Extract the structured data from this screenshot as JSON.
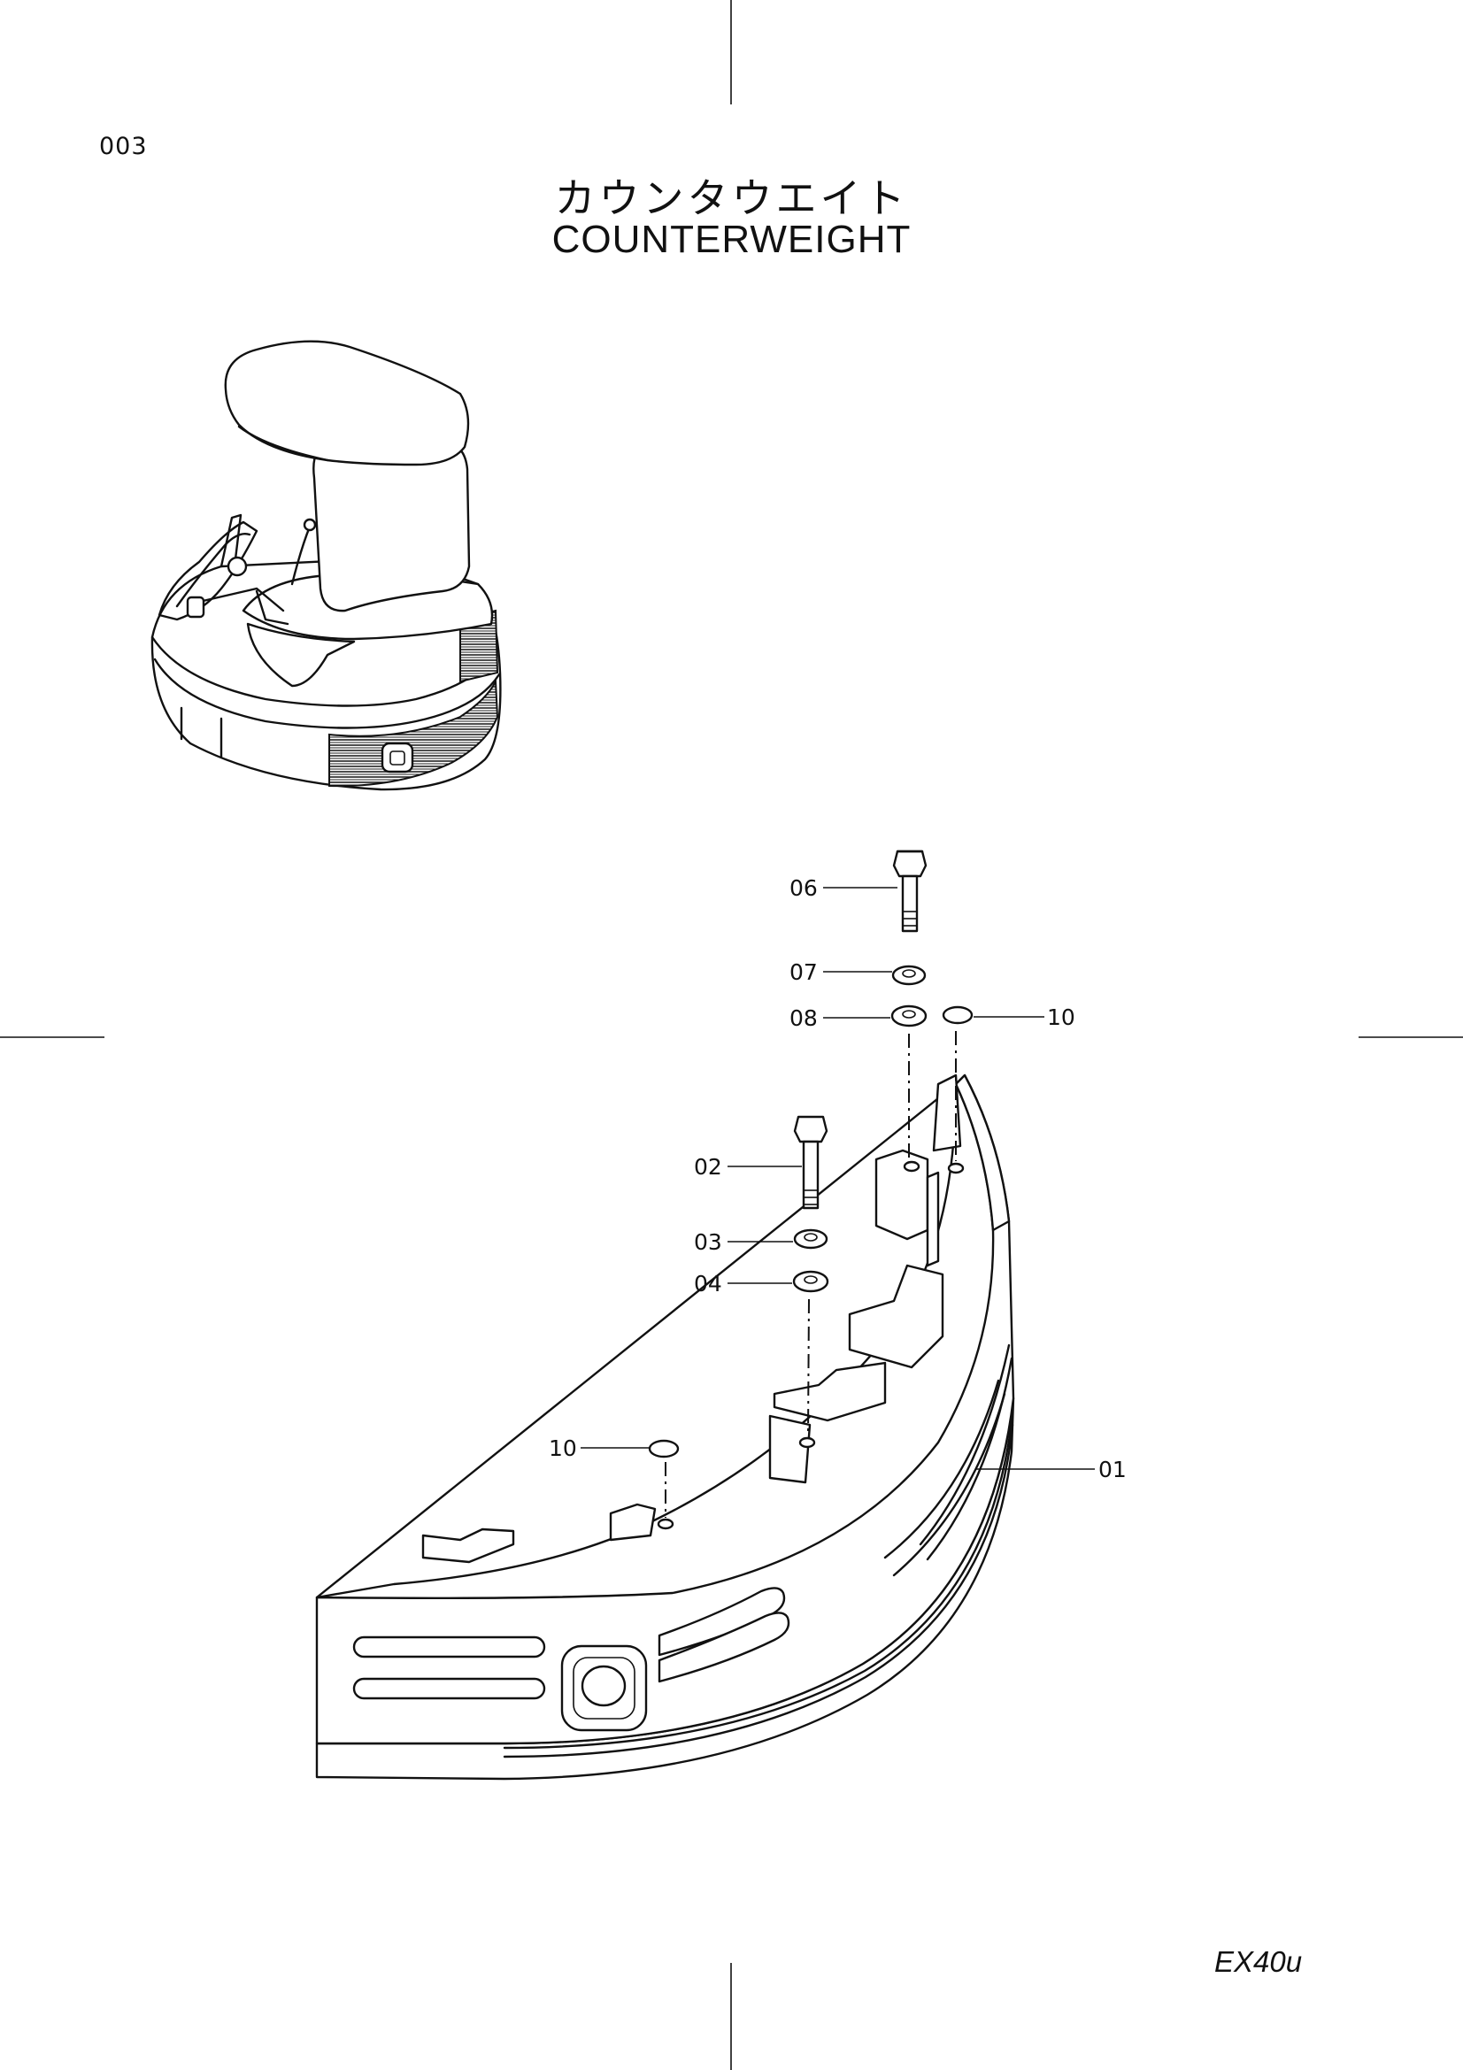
{
  "page_code": "003",
  "title_jp": "カウンタウエイト",
  "title_en": "COUNTERWEIGHT",
  "model": "EX40u",
  "callouts": {
    "c01": "01",
    "c02": "02",
    "c03": "03",
    "c04": "04",
    "c06": "06",
    "c07": "07",
    "c08": "08",
    "c10a": "10",
    "c10b": "10"
  }
}
